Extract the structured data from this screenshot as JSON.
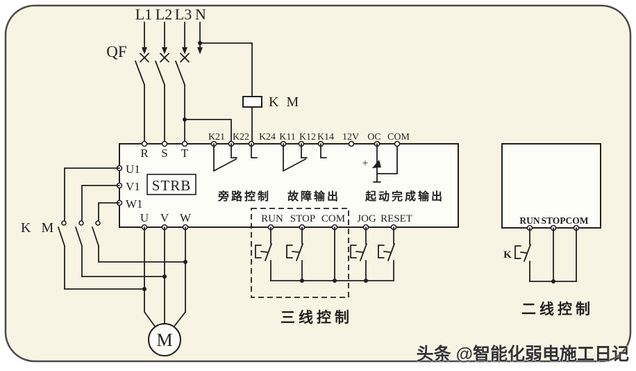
{
  "colors": {
    "ink": "#1f1f1f",
    "canvas": "#f8f4e3",
    "panel": "#fdfdf8",
    "border": "#4a4a4a",
    "page": "#ffffff",
    "watermark": "#333333"
  },
  "supply": {
    "lines": [
      "L1",
      "L2",
      "L3",
      "N"
    ],
    "breaker_label": "QF",
    "coil_label": "K M"
  },
  "contactor": {
    "contacts_label": "K M"
  },
  "starter": {
    "model": "STRB",
    "input_terminals": [
      "R",
      "S",
      "T"
    ],
    "bypass_terminals": [
      "U1",
      "V1",
      "W1"
    ],
    "output_terminals": [
      "U",
      "V",
      "W"
    ],
    "top_terminals": [
      "K21",
      "K22",
      "K24",
      "K11",
      "K12",
      "K14",
      "12V",
      "OC",
      "COM"
    ],
    "bottom_terminals": [
      "RUN",
      "STOP",
      "COM",
      "JOG",
      "RESET"
    ],
    "bypass_control_label": "旁路控制",
    "fault_output_label": "故障输出",
    "start_complete_label": "起动完成输出",
    "plus_sign": "+"
  },
  "motor": {
    "label": "M"
  },
  "three_wire": {
    "title": "三线控制"
  },
  "two_wire": {
    "title": "二线控制",
    "terminals": [
      "RUN",
      "STOP",
      "COM"
    ],
    "switch_label": "K"
  },
  "watermark": {
    "text": "头条 @智能化弱电施工日记"
  }
}
